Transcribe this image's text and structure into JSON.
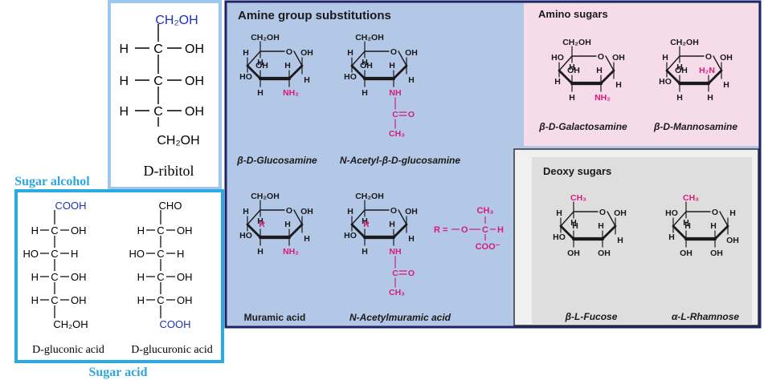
{
  "colors": {
    "panel_blue": "#b3c7e6",
    "panel_pink": "#f6dce8",
    "panel_gray": "#dedede",
    "frame_navy": "#1b2466",
    "frame_cyan": "#29abe2",
    "frame_lightblue": "#9ec7ee",
    "magenta": "#d81b7a",
    "chem_blue": "#1f31b5",
    "label_cyan": "#2aa7df"
  },
  "icons": [
    "ring-structure-icon",
    "fischer-projection-icon"
  ],
  "ribitol": {
    "top_group": "CH₂OH",
    "rows": [
      {
        "left": "H",
        "center": "C",
        "right": "OH"
      },
      {
        "left": "H",
        "center": "C",
        "right": "OH"
      },
      {
        "left": "H",
        "center": "C",
        "right": "OH"
      }
    ],
    "bottom_group": "CH₂OH",
    "name": "D-ribitol"
  },
  "sugar_alcohol_label": "Sugar alcohol",
  "sugar_acid_label": "Sugar acid",
  "gluconic": {
    "top_group": "COOH",
    "rows": [
      {
        "left": "H",
        "center": "C",
        "right": "OH"
      },
      {
        "left": "HO",
        "center": "C",
        "right": "H"
      },
      {
        "left": "H",
        "center": "C",
        "right": "OH"
      },
      {
        "left": "H",
        "center": "C",
        "right": "OH"
      }
    ],
    "bottom_group": "CH₂OH",
    "name": "D-gluconic acid"
  },
  "glucuronic": {
    "top_group": "CHO",
    "rows": [
      {
        "left": "H",
        "center": "C",
        "right": "OH"
      },
      {
        "left": "HO",
        "center": "C",
        "right": "H"
      },
      {
        "left": "H",
        "center": "C",
        "right": "OH"
      },
      {
        "left": "H",
        "center": "C",
        "right": "OH"
      }
    ],
    "bottom_group": "COOH",
    "name": "D-glucuronic acid"
  },
  "amine_panel": {
    "title": "Amine group substitutions",
    "molecules": [
      {
        "name": "β-D-Glucosamine",
        "c2_group": "NH₂",
        "c3_group": "OH"
      },
      {
        "name": "N-Acetyl-β-D-glucosamine",
        "c2_group": "NH",
        "c3_group": "OH",
        "acetyl": [
          "C",
          "O",
          "CH₃"
        ]
      },
      {
        "name": "Muramic acid",
        "c2_group": "NH₂",
        "c3_group": "R"
      },
      {
        "name": "N-Acetylmuramic acid",
        "c2_group": "NH",
        "c3_group": "R",
        "acetyl": [
          "C",
          "O",
          "CH₃"
        ]
      }
    ],
    "r_group": {
      "prefix": "R =",
      "oxygen": "O",
      "carbon": "C",
      "top": "CH₃",
      "right": "H",
      "bottom": "COO⁻"
    }
  },
  "amino_panel": {
    "title": "Amino sugars",
    "molecules": [
      {
        "name": "β-D-Galactosamine",
        "c2_group": "NH₂",
        "c4_group": "HO"
      },
      {
        "name": "β-D-Mannosamine",
        "c2_group": "H₂N",
        "c4_group": "HO"
      }
    ]
  },
  "deoxy_panel": {
    "title": "Deoxy sugars",
    "molecules": [
      {
        "name": "β-L-Fucose",
        "c6_group": "CH₃"
      },
      {
        "name": "α-L-Rhamnose",
        "c6_group": "CH₃"
      }
    ]
  },
  "ring_labels": {
    "ch2oh": "CH₂OH",
    "oh": "OH",
    "ho": "HO",
    "h": "H",
    "o": "O"
  }
}
